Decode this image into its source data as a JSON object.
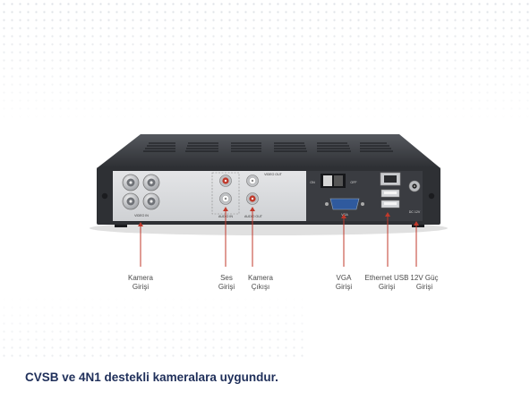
{
  "device_panel": {
    "label_video_in": "VIDEO IN",
    "label_audio_in": "AUDIO IN",
    "label_audio_out": "AUDIO OUT",
    "label_video_out": "VIDEO OUT",
    "label_on": "ON",
    "label_off": "OFF",
    "label_vga": "VGA",
    "label_dc": "DC 12V"
  },
  "callouts": [
    {
      "line1": "Kamera",
      "line2": "Girişi"
    },
    {
      "line1": "Ses",
      "line2": "Girişi"
    },
    {
      "line1": "Kamera",
      "line2": "Çıkışı"
    },
    {
      "line1": "VGA",
      "line2": "Girişi"
    },
    {
      "line1": "Ethernet USB",
      "line2": "Girişi"
    },
    {
      "line1": "12V Güç",
      "line2": "Girişi"
    }
  ],
  "caption": "CVSB ve 4N1 destekli kameralara uygundur.",
  "colors": {
    "accent_red": "#c0392b",
    "caption_navy": "#1f2f5a",
    "device_body": "#3b3d42"
  }
}
